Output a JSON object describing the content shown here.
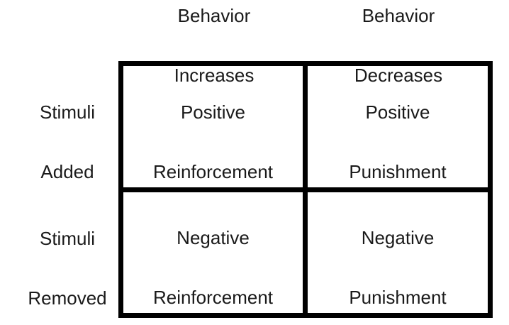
{
  "columns": [
    {
      "line1": "Behavior",
      "line2": "Increases"
    },
    {
      "line1": "Behavior",
      "line2": "Decreases"
    }
  ],
  "rows": [
    {
      "line1": "Stimuli",
      "line2": "Added"
    },
    {
      "line1": "Stimuli",
      "line2": "Removed"
    }
  ],
  "cells": [
    [
      {
        "line1": "Positive",
        "line2": "Reinforcement"
      },
      {
        "line1": "Positive",
        "line2": "Punishment"
      }
    ],
    [
      {
        "line1": "Negative",
        "line2": "Reinforcement"
      },
      {
        "line1": "Negative",
        "line2": "Punishment"
      }
    ]
  ]
}
